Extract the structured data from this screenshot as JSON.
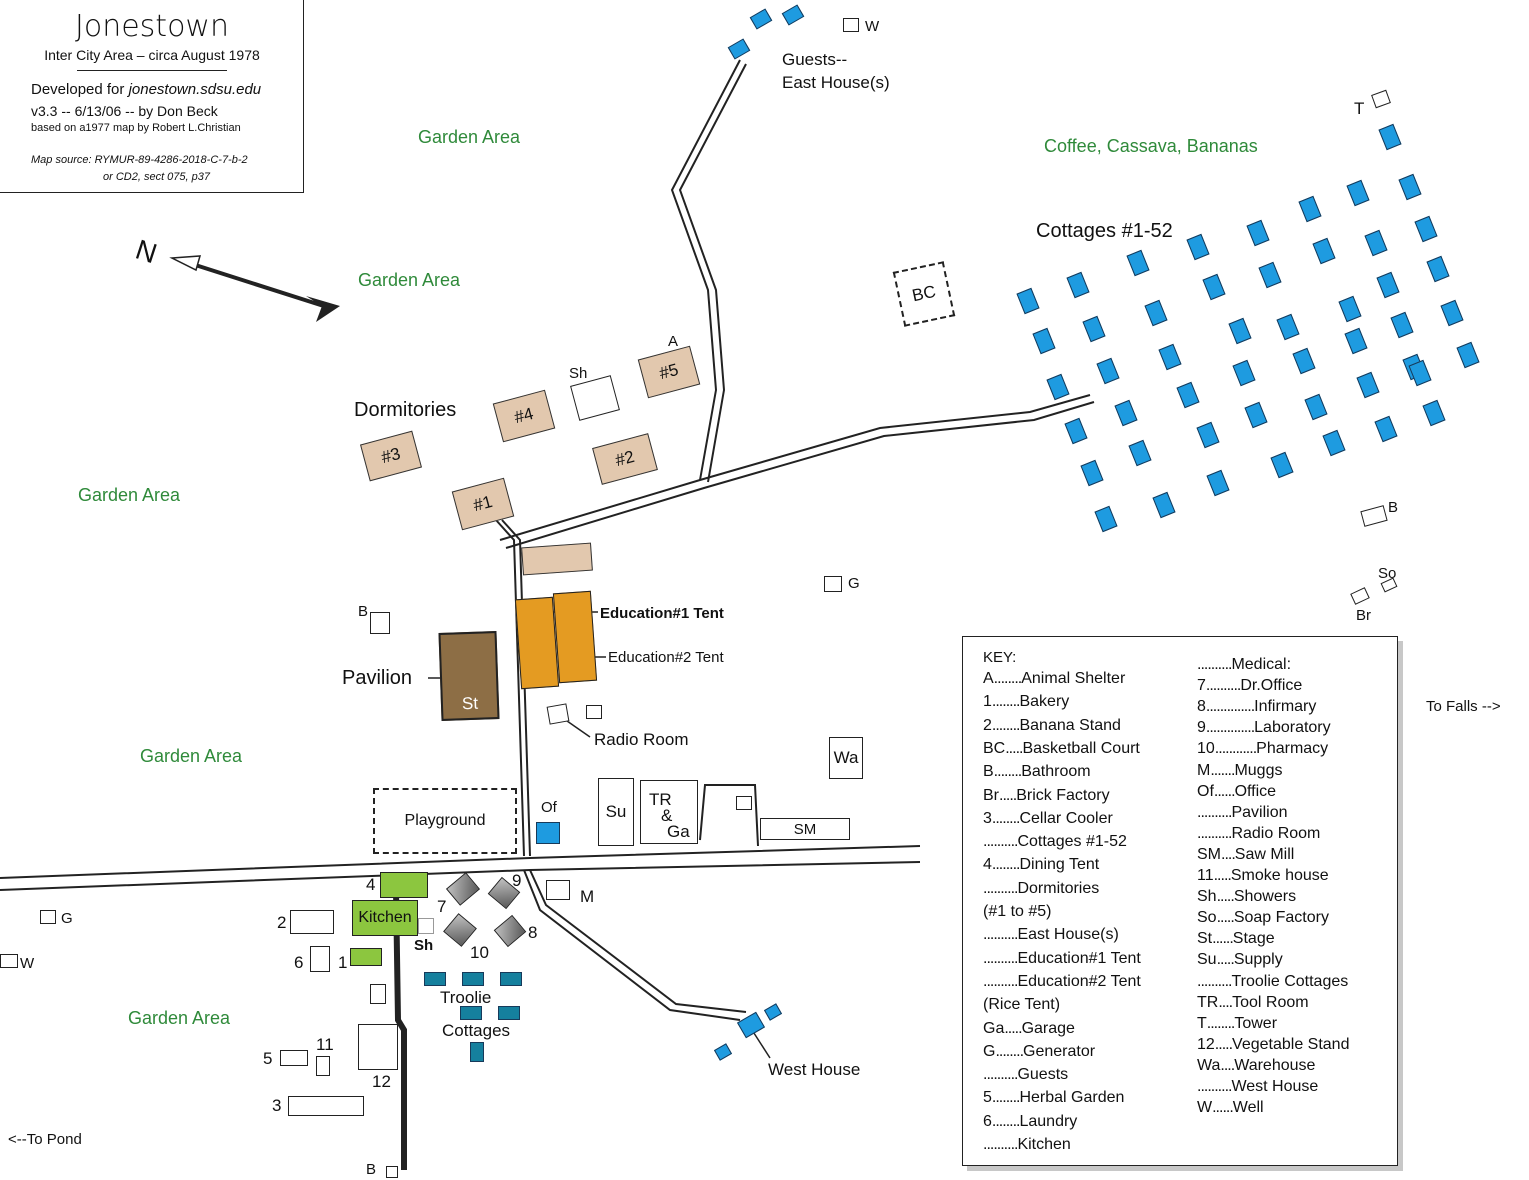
{
  "title": {
    "name": "Jonestown",
    "subtitle": "Inter City Area – circa August 1978",
    "developed_prefix": "Developed for ",
    "developed_site": "jonestown.sdsu.edu",
    "version": "v3.3 -- 6/13/06 -- by Don Beck",
    "based_on": "based on a1977 map by Robert L.Christian",
    "source_line1": "Map source:  RYMUR-89-4286-2018-C-7-b-2",
    "source_line2": "or CD2, sect 075, p37"
  },
  "compass": {
    "letter": "N"
  },
  "areas": {
    "garden1": "Garden Area",
    "garden2": "Garden Area",
    "garden3": "Garden Area",
    "garden4": "Garden Area",
    "garden5": "Garden Area",
    "crops": "Coffee, Cassava, Bananas",
    "cottages": "Cottages #1-52",
    "dormitories": "Dormitories",
    "guests": "Guests--",
    "east_house": "East House(s)",
    "pavilion": "Pavilion",
    "edu1": "Education#1 Tent",
    "edu2": "Education#2 Tent",
    "radio": "Radio Room",
    "troolie1": "Troolie",
    "troolie2": "Cottages",
    "west_house": "West House",
    "to_pond": "<--To Pond",
    "to_falls": "To Falls -->"
  },
  "buildings": {
    "d5": "#5",
    "d4": "#4",
    "d3": "#3",
    "d2": "#2",
    "d1": "#1",
    "a_label": "A",
    "sh_label": "Sh",
    "bc": "BC",
    "t_label": "T",
    "w_label": "W",
    "b_label": "B",
    "so_label": "So",
    "br_label": "Br",
    "g_label": "G",
    "st": "St",
    "wa": "Wa",
    "of": "Of",
    "su": "Su",
    "tr": "TR",
    "amp": "&",
    "ga": "Ga",
    "sm": "SM",
    "m_label": "M",
    "playground": "Playground",
    "kitchen": "Kitchen",
    "sh2": "Sh",
    "n4": "4",
    "n2": "2",
    "n6": "6",
    "n1": "1",
    "n7": "7",
    "n9": "9",
    "n8": "8",
    "n10": "10",
    "n5": "5",
    "n11": "11",
    "n12": "12",
    "n3": "3",
    "g2_label": "G",
    "w2_label": "W",
    "b2_label": "B",
    "b3_label": "B"
  },
  "key": {
    "title": "KEY:",
    "left": [
      {
        "code": "A",
        "dots": "........",
        "label": "Animal Shelter"
      },
      {
        "code": "1",
        "dots": "........",
        "label": "Bakery"
      },
      {
        "code": "2",
        "dots": "........",
        "label": "Banana Stand"
      },
      {
        "code": "BC",
        "dots": ".....",
        "label": "Basketball Court"
      },
      {
        "code": "B",
        "dots": "........",
        "label": "Bathroom"
      },
      {
        "code": "Br",
        "dots": ".....",
        "label": "Brick Factory"
      },
      {
        "code": "3",
        "dots": "........",
        "label": "Cellar Cooler"
      },
      {
        "code": "",
        "dots": "..........",
        "label": "Cottages #1-52"
      },
      {
        "code": "4",
        "dots": "........",
        "label": "Dining Tent"
      },
      {
        "code": "",
        "dots": "..........",
        "label": "Dormitories"
      },
      {
        "code": "",
        "dots": "",
        "label": "(#1 to #5)"
      },
      {
        "code": "",
        "dots": "..........",
        "label": "East House(s)"
      },
      {
        "code": "",
        "dots": "..........",
        "label": "Education#1 Tent"
      },
      {
        "code": "",
        "dots": "..........",
        "label": "Education#2 Tent"
      },
      {
        "code": "",
        "dots": "",
        "label": "(Rice Tent)"
      },
      {
        "code": "Ga",
        "dots": ".....",
        "label": "Garage"
      },
      {
        "code": "G",
        "dots": "........",
        "label": "Generator"
      },
      {
        "code": "",
        "dots": "..........",
        "label": "Guests"
      },
      {
        "code": "5",
        "dots": "........",
        "label": "Herbal Garden"
      },
      {
        "code": "6",
        "dots": "........",
        "label": "Laundry"
      },
      {
        "code": "",
        "dots": "..........",
        "label": "Kitchen"
      }
    ],
    "right": [
      {
        "code": "",
        "dots": "..........",
        "label": "Medical:"
      },
      {
        "code": "7",
        "dots": "..........",
        "label": "Dr.Office"
      },
      {
        "code": "8",
        "dots": "..............",
        "label": "Infirmary"
      },
      {
        "code": "9",
        "dots": "..............",
        "label": "Laboratory"
      },
      {
        "code": "10",
        "dots": "............",
        "label": "Pharmacy"
      },
      {
        "code": "M",
        "dots": ".......",
        "label": "Muggs"
      },
      {
        "code": "Of",
        "dots": "......",
        "label": "Office"
      },
      {
        "code": "",
        "dots": "..........",
        "label": "Pavilion"
      },
      {
        "code": "",
        "dots": "..........",
        "label": "Radio Room"
      },
      {
        "code": "SM",
        "dots": "....",
        "label": "Saw Mill"
      },
      {
        "code": "11",
        "dots": ".....",
        "label": "Smoke house"
      },
      {
        "code": "Sh",
        "dots": ".....",
        "label": "Showers"
      },
      {
        "code": "So",
        "dots": ".....",
        "label": "Soap Factory"
      },
      {
        "code": "St",
        "dots": "......",
        "label": "Stage"
      },
      {
        "code": "Su",
        "dots": ".....",
        "label": "Supply"
      },
      {
        "code": "",
        "dots": "..........",
        "label": "Troolie Cottages"
      },
      {
        "code": "TR",
        "dots": "....",
        "label": "Tool Room"
      },
      {
        "code": "T",
        "dots": "........",
        "label": "Tower"
      },
      {
        "code": "12",
        "dots": ".....",
        "label": "Vegetable Stand"
      },
      {
        "code": "Wa",
        "dots": "....",
        "label": "Warehouse"
      },
      {
        "code": "",
        "dots": "..........",
        "label": "West House"
      },
      {
        "code": "W",
        "dots": "......",
        "label": "Well"
      }
    ]
  },
  "colors": {
    "cottage_blue": "#1e9be0",
    "dorm_tan": "#e2c8ae",
    "garden_green": "#2f8a3a",
    "kitchen_green": "#8cc63f",
    "tent_orange": "#e49b22",
    "pavilion_brown": "#8d6e45",
    "troolie_teal": "#15809e"
  }
}
